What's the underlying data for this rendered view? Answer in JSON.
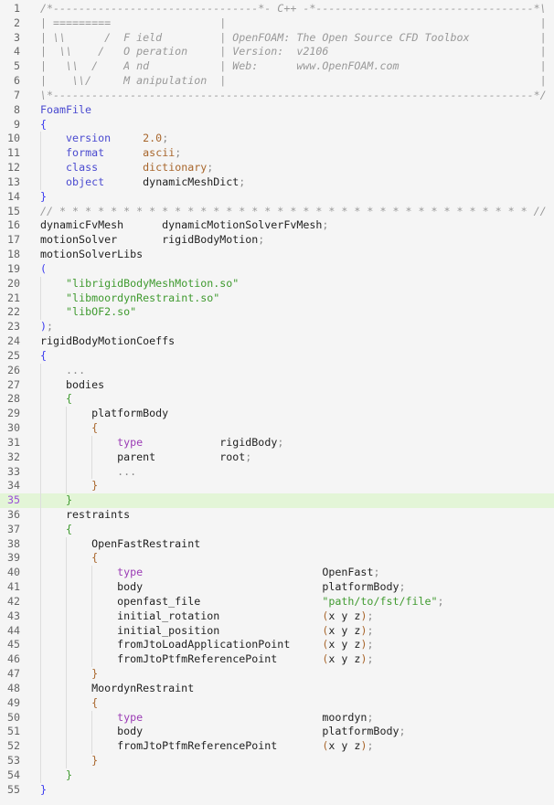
{
  "highlighted_line": 35,
  "lines": [
    [
      [
        "c",
        "/*--------------------------------*- C++ -*----------------------------------*\\"
      ]
    ],
    [
      [
        "c",
        "| =========                 |                                                 |"
      ]
    ],
    [
      [
        "c",
        "| \\\\      /  F ield         | OpenFOAM: The Open Source CFD Toolbox           |"
      ]
    ],
    [
      [
        "c",
        "|  \\\\    /   O peration     | Version:  v2106                                 |"
      ]
    ],
    [
      [
        "c",
        "|   \\\\  /    A nd           | Web:      www.OpenFOAM.com                      |"
      ]
    ],
    [
      [
        "c",
        "|    \\\\/     M anipulation  |                                                 |"
      ]
    ],
    [
      [
        "c",
        "\\*---------------------------------------------------------------------------*/"
      ]
    ],
    [
      [
        "k",
        "FoamFile"
      ]
    ],
    [
      [
        "b0",
        "{"
      ]
    ],
    [
      [
        "t",
        "    "
      ],
      [
        "k",
        "version"
      ],
      [
        "t",
        "     "
      ],
      [
        "v",
        "2.0"
      ],
      [
        "g",
        ";"
      ]
    ],
    [
      [
        "t",
        "    "
      ],
      [
        "k",
        "format"
      ],
      [
        "t",
        "      "
      ],
      [
        "v",
        "ascii"
      ],
      [
        "g",
        ";"
      ]
    ],
    [
      [
        "t",
        "    "
      ],
      [
        "k",
        "class"
      ],
      [
        "t",
        "       "
      ],
      [
        "v",
        "dictionary"
      ],
      [
        "g",
        ";"
      ]
    ],
    [
      [
        "t",
        "    "
      ],
      [
        "k",
        "object"
      ],
      [
        "t",
        "      "
      ],
      [
        "t",
        "dynamicMeshDict"
      ],
      [
        "g",
        ";"
      ]
    ],
    [
      [
        "b0",
        "}"
      ]
    ],
    [
      [
        "c",
        "// * * * * * * * * * * * * * * * * * * * * * * * * * * * * * * * * * * * * * //"
      ]
    ],
    [
      [
        "t",
        "dynamicFvMesh      dynamicMotionSolverFvMesh"
      ],
      [
        "g",
        ";"
      ]
    ],
    [
      [
        "t",
        "motionSolver       rigidBodyMotion"
      ],
      [
        "g",
        ";"
      ]
    ],
    [
      [
        "t",
        "motionSolverLibs"
      ]
    ],
    [
      [
        "b0",
        "("
      ]
    ],
    [
      [
        "t",
        "    "
      ],
      [
        "s",
        "\"librigidBodyMeshMotion.so\""
      ]
    ],
    [
      [
        "t",
        "    "
      ],
      [
        "s",
        "\"libmoordynRestraint.so\""
      ]
    ],
    [
      [
        "t",
        "    "
      ],
      [
        "s",
        "\"libOF2.so\""
      ]
    ],
    [
      [
        "b0",
        ")"
      ],
      [
        "g",
        ";"
      ]
    ],
    [
      [
        "t",
        "rigidBodyMotionCoeffs"
      ]
    ],
    [
      [
        "b0",
        "{"
      ]
    ],
    [
      [
        "t",
        "    "
      ],
      [
        "g",
        "..."
      ]
    ],
    [
      [
        "t",
        "    bodies"
      ]
    ],
    [
      [
        "t",
        "    "
      ],
      [
        "b1",
        "{"
      ]
    ],
    [
      [
        "t",
        "        platformBody"
      ]
    ],
    [
      [
        "t",
        "        "
      ],
      [
        "b2",
        "{"
      ]
    ],
    [
      [
        "t",
        "            "
      ],
      [
        "p",
        "type"
      ],
      [
        "t",
        "            rigidBody"
      ],
      [
        "g",
        ";"
      ]
    ],
    [
      [
        "t",
        "            parent          root"
      ],
      [
        "g",
        ";"
      ]
    ],
    [
      [
        "t",
        "            "
      ],
      [
        "g",
        "..."
      ]
    ],
    [
      [
        "t",
        "        "
      ],
      [
        "b2",
        "}"
      ]
    ],
    [
      [
        "t",
        "    "
      ],
      [
        "b1",
        "}"
      ]
    ],
    [
      [
        "t",
        "    restraints"
      ]
    ],
    [
      [
        "t",
        "    "
      ],
      [
        "b1",
        "{"
      ]
    ],
    [
      [
        "t",
        "        OpenFastRestraint"
      ]
    ],
    [
      [
        "t",
        "        "
      ],
      [
        "b2",
        "{"
      ]
    ],
    [
      [
        "t",
        "            "
      ],
      [
        "p",
        "type"
      ],
      [
        "t",
        "                            OpenFast"
      ],
      [
        "g",
        ";"
      ]
    ],
    [
      [
        "t",
        "            body                            platformBody"
      ],
      [
        "g",
        ";"
      ]
    ],
    [
      [
        "t",
        "            openfast_file                   "
      ],
      [
        "s",
        "\"path/to/fst/file\""
      ],
      [
        "g",
        ";"
      ]
    ],
    [
      [
        "t",
        "            initial_rotation                "
      ],
      [
        "b2",
        "("
      ],
      [
        "t",
        "x y z"
      ],
      [
        "b2",
        ")"
      ],
      [
        "g",
        ";"
      ]
    ],
    [
      [
        "t",
        "            initial_position                "
      ],
      [
        "b2",
        "("
      ],
      [
        "t",
        "x y z"
      ],
      [
        "b2",
        ")"
      ],
      [
        "g",
        ";"
      ]
    ],
    [
      [
        "t",
        "            fromJtoLoadApplicationPoint     "
      ],
      [
        "b2",
        "("
      ],
      [
        "t",
        "x y z"
      ],
      [
        "b2",
        ")"
      ],
      [
        "g",
        ";"
      ]
    ],
    [
      [
        "t",
        "            fromJtoPtfmReferencePoint       "
      ],
      [
        "b2",
        "("
      ],
      [
        "t",
        "x y z"
      ],
      [
        "b2",
        ")"
      ],
      [
        "g",
        ";"
      ]
    ],
    [
      [
        "t",
        "        "
      ],
      [
        "b2",
        "}"
      ]
    ],
    [
      [
        "t",
        "        MoordynRestraint"
      ]
    ],
    [
      [
        "t",
        "        "
      ],
      [
        "b2",
        "{"
      ]
    ],
    [
      [
        "t",
        "            "
      ],
      [
        "p",
        "type"
      ],
      [
        "t",
        "                            moordyn"
      ],
      [
        "g",
        ";"
      ]
    ],
    [
      [
        "t",
        "            body                            platformBody"
      ],
      [
        "g",
        ";"
      ]
    ],
    [
      [
        "t",
        "            fromJtoPtfmReferencePoint       "
      ],
      [
        "b2",
        "("
      ],
      [
        "t",
        "x y z"
      ],
      [
        "b2",
        ")"
      ],
      [
        "g",
        ";"
      ]
    ],
    [
      [
        "t",
        "        "
      ],
      [
        "b2",
        "}"
      ]
    ],
    [
      [
        "t",
        "    "
      ],
      [
        "b1",
        "}"
      ]
    ],
    [
      [
        "b0",
        "}"
      ]
    ]
  ]
}
